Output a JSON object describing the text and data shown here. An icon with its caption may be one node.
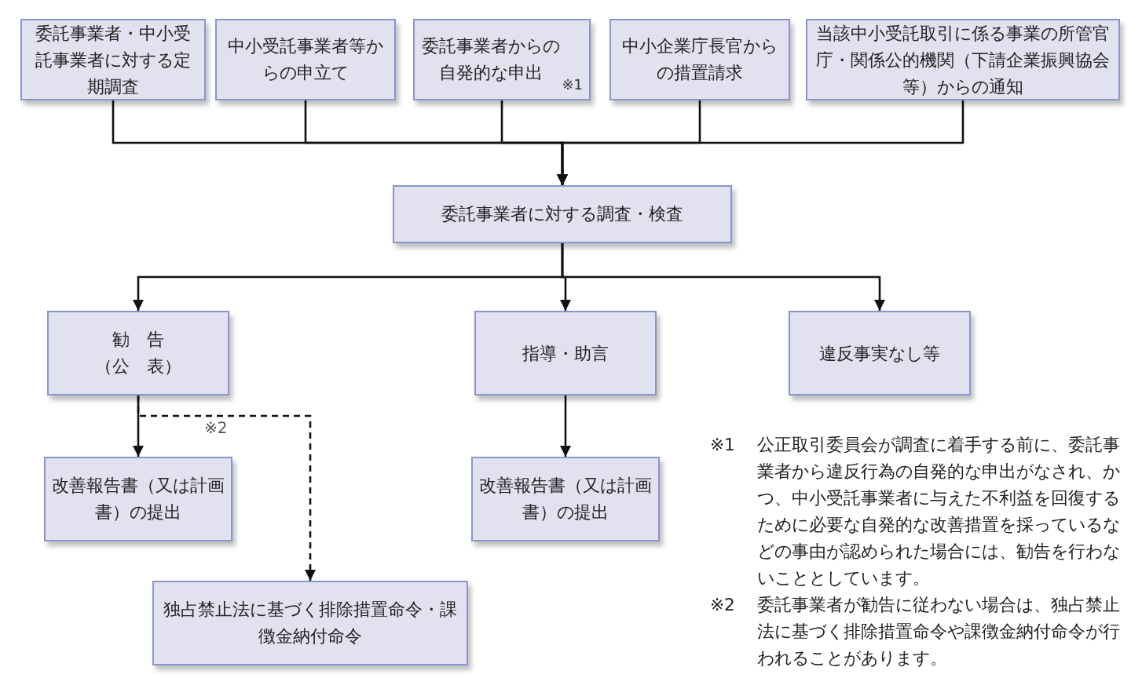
{
  "diagram": {
    "nodes": [
      {
        "text": [
          "委託事業者・中小受託事業者に対する定期調査"
        ]
      },
      {
        "text": [
          "中小受託事業者等からの申立て"
        ]
      },
      {
        "text": [
          "委託事業者からの自発的な申出",
          "※1"
        ]
      },
      {
        "text": [
          "中小企業庁長官からの措置請求"
        ]
      },
      {
        "text": [
          "当該中小受託取引に係る事業の所管官庁・関係公的機関（下請企業振興協会等）からの通知"
        ]
      },
      {
        "text": [
          "委託事業者に対する調査・検査"
        ]
      },
      {
        "text": [
          "勧　告",
          "（公　表）"
        ]
      },
      {
        "text": [
          "指導・助言"
        ]
      },
      {
        "text": [
          "違反事実なし等"
        ]
      },
      {
        "text": [
          "改善報告書（又は計画書）の提出"
        ]
      },
      {
        "text": [
          "改善報告書（又は計画書）の提出"
        ]
      },
      {
        "text": [
          "独占禁止法に基づく排除措置命令・課徴金納付命令"
        ]
      }
    ],
    "edges": [
      {
        "from": 0,
        "to": 5,
        "arrow": "to"
      },
      {
        "from": 1,
        "to": 5,
        "arrow": "to"
      },
      {
        "from": 2,
        "to": 5,
        "arrow": "to"
      },
      {
        "from": 3,
        "to": 5,
        "arrow": "to"
      },
      {
        "from": 4,
        "to": 5,
        "arrow": "to"
      },
      {
        "from": 5,
        "to": 6,
        "arrow": "to"
      },
      {
        "from": 5,
        "to": 7,
        "arrow": "to"
      },
      {
        "from": 5,
        "to": 8,
        "arrow": "to"
      },
      {
        "from": 6,
        "to": 9,
        "arrow": "to"
      },
      {
        "from": 6,
        "to": 11,
        "arrow": "to",
        "label": "※2",
        "style": "dashed"
      },
      {
        "from": 7,
        "to": 10,
        "arrow": "to"
      }
    ],
    "labels": [
      "※1",
      "公正取引委員会が調査に着手する前に、委託事業者から違反行為の自発的な申出がなされ、かつ、中小受託事業者に与えた不利益を回復するために必要な自発的な改善措置を採っているなどの事由が認められた場合には、勧告を行わないこととしています。",
      "※2",
      "委託事業者が勧告に従わない場合は、独占禁止法に基づく排除措置命令や課徴金納付命令が行われることがあります。"
    ]
  }
}
